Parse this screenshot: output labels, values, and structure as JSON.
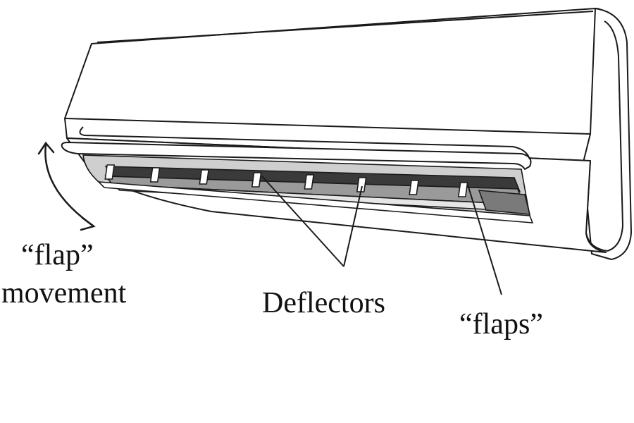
{
  "labels": {
    "flap": "“flap”",
    "movement": "movement",
    "deflectors": "Deflectors",
    "flaps": "“flaps”"
  },
  "colors": {
    "line": "#1a1a1a",
    "body": "#ffffff",
    "body_shade": "#e9e9e9",
    "dark_slot": "#555555",
    "grey_fill": "#b5b5b5"
  }
}
